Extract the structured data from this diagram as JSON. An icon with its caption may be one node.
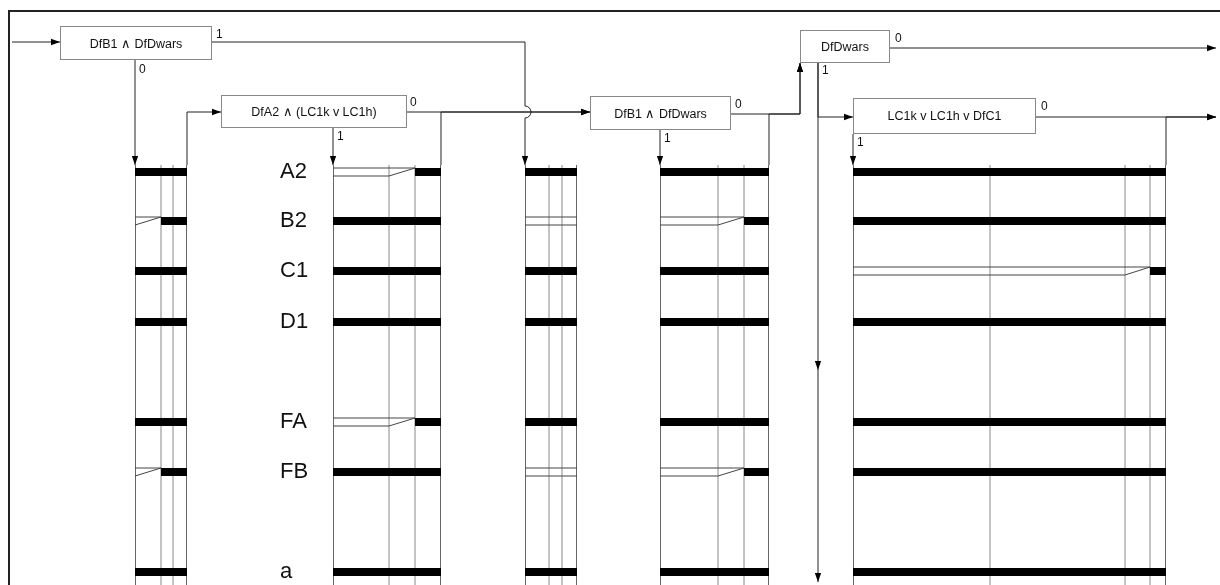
{
  "diagram": {
    "nodes": [
      {
        "text": [
          "DfB1 ∧ DfDwars"
        ]
      },
      {
        "text": [
          "DfA2 ∧ (LC1k v LC1h)"
        ]
      },
      {
        "text": [
          "DfB1 ∧ DfDwars"
        ]
      },
      {
        "text": [
          "DfDwars"
        ]
      },
      {
        "text": [
          "LC1k v LC1h v DfC1"
        ]
      },
      {
        "text": [],
        "shape": "box"
      },
      {
        "text": [],
        "shape": "box"
      },
      {
        "text": [],
        "shape": "box"
      },
      {
        "text": [],
        "shape": "box"
      },
      {
        "text": [],
        "shape": "box"
      }
    ],
    "edges": [
      {
        "from": null,
        "to": 0,
        "arrow": "to"
      },
      {
        "from": 0,
        "to": 7,
        "label": "1",
        "arrow": "to"
      },
      {
        "from": 0,
        "to": 5,
        "label": "0",
        "arrow": "to"
      },
      {
        "from": 5,
        "to": 1,
        "arrow": "to"
      },
      {
        "from": 1,
        "to": 6,
        "label": "1",
        "arrow": "to"
      },
      {
        "from": 1,
        "to": 2,
        "label": "0",
        "arrow": "to"
      },
      {
        "from": 6,
        "to": 2,
        "arrow": "to"
      },
      {
        "from": 2,
        "to": 8,
        "label": "1",
        "arrow": "to"
      },
      {
        "from": 2,
        "to": 3,
        "label": "0",
        "arrow": "to"
      },
      {
        "from": 8,
        "to": 3,
        "arrow": "to"
      },
      {
        "from": 3,
        "to": null,
        "label": "0",
        "arrow": "to"
      },
      {
        "from": 3,
        "to": null,
        "label": "1",
        "arrow": "to"
      },
      {
        "from": 3,
        "to": 4,
        "arrow": "to"
      },
      {
        "from": 4,
        "to": 9,
        "label": "1",
        "arrow": "to"
      },
      {
        "from": 4,
        "to": null,
        "label": "0",
        "arrow": "to"
      },
      {
        "from": 9,
        "to": null,
        "arrow": "to"
      }
    ],
    "labels": [
      "A2",
      "B2",
      "C1",
      "D1",
      "FA",
      "FB",
      "a"
    ]
  }
}
